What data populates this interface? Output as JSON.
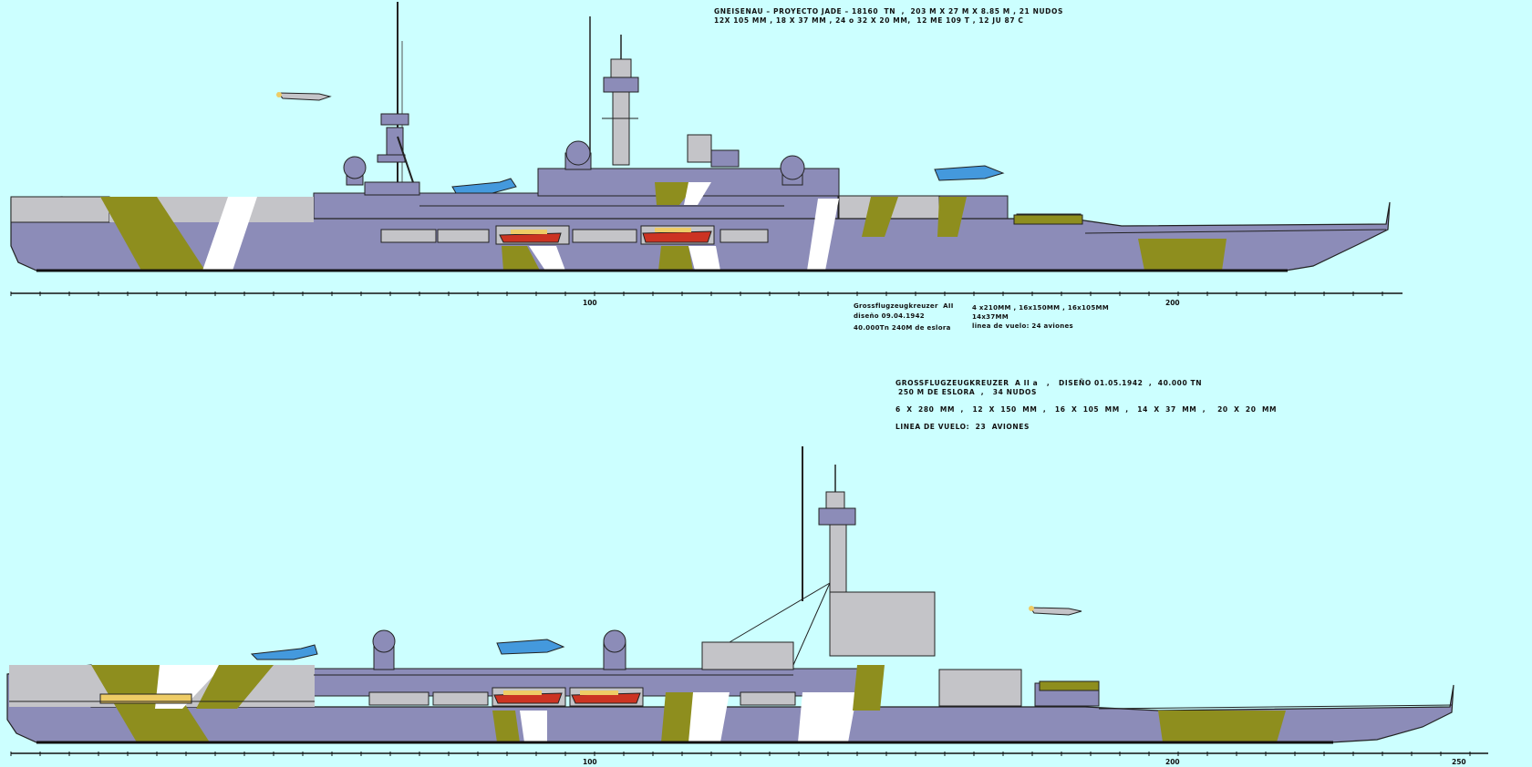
{
  "colors": {
    "background": "#ccffff",
    "hull_gray": "#8c8cb8",
    "light_gray": "#c4c4c8",
    "olive": "#8e8e1e",
    "white": "#ffffff",
    "black": "#111111",
    "plane_blue": "#4499dd",
    "boat_red": "#cc3322",
    "boat_yellow": "#eecc66"
  },
  "ship1": {
    "header_line1": "GNEISENAU – PROYECTO JADE – 18160  TN  ,  203 M X 27 M X 8.85 M , 21 NUDOS",
    "header_line2": "12X 105 MM , 18 X 37 MM , 24 o 32 X 20 MM,  12 ME 109 T , 12 JU 87 C",
    "scale_labels": [
      "100",
      "200"
    ]
  },
  "ship2": {
    "info_left_line1": "Grossflugzeugkreuzer  AII",
    "info_left_line2": "diseño 09.04.1942",
    "info_left_line3": "40.000Tn 240M de eslora",
    "info_right_line1": "4 x210MM , 16x150MM , 16x105MM",
    "info_right_line2": "14x37MM",
    "info_right_line3": "linea de vuelo: 24 aviones",
    "header_line1": "GROSSFLUGZEUGKREUZER  A II a   ,   DISEÑO 01.05.1942  ,  40.000 TN",
    "header_line2": "250 M DE ESLORA  ,   34 NUDOS",
    "header_line3": "6  X  280  MM  ,   12  X  150  MM  ,   16  X  105  MM  ,   14  X  37  MM  ,    20  X  20  MM",
    "header_line4": "LINEA DE VUELO:  23  AVIONES",
    "scale_labels": [
      "100",
      "200",
      "250"
    ]
  }
}
